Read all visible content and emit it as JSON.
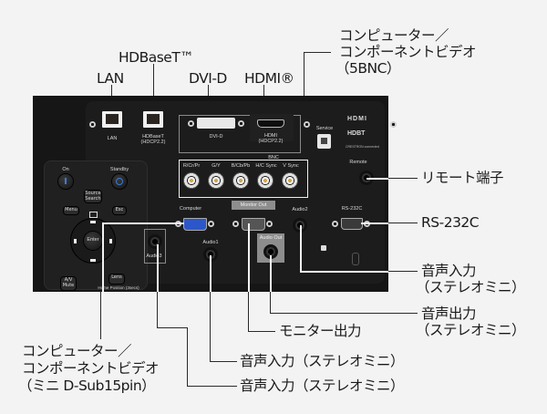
{
  "callouts": {
    "lan": "LAN",
    "hdbaset": "HDBaseT™",
    "dvid": "DVI-D",
    "hdmi": "HDMI®",
    "bnc_line1": "コンピューター／",
    "bnc_line2": "コンポーネントビデオ",
    "bnc_line3": "（5BNC）",
    "remote": "リモート端子",
    "rs232c": "RS-232C",
    "audio_in_right_line1": "音声入力",
    "audio_in_right_line2": "（ステレオミニ）",
    "audio_out_line1": "音声出力",
    "audio_out_line2": "（ステレオミニ）",
    "monitor_out": "モニター出力",
    "audio_in_1": "音声入力（ステレオミニ）",
    "audio_in_3": "音声入力（ステレオミニ）",
    "computer_line1": "コンピューター／",
    "computer_line2": "コンポーネントビデオ",
    "computer_line3": "（ミニ D-Sub15pin）"
  },
  "panel": {
    "lan": "LAN",
    "hdbaset_1": "HDBaseT",
    "hdbaset_2": "(HDCP2.2)",
    "dvid": "DVI-D",
    "hdmi_1": "HDMI",
    "hdmi_2": "(HDCP2.2)",
    "service": "Service",
    "hdmi_logo": "HDMI",
    "hdbt_logo": "HDBT",
    "crestron_logo": "CRESTRON connected",
    "bnc": "BNC",
    "bnc_ports": [
      "R/Cr/Pr",
      "G/Y",
      "B/Cb/Pb",
      "H/C Sync",
      "V Sync"
    ],
    "remote": "Remote",
    "computer": "Computer",
    "monitor_out": "Monitor Out",
    "audio_out": "Audio Out",
    "audio1": "Audio1",
    "audio2": "Audio2",
    "audio3": "Audio3",
    "rs232c": "RS-232C",
    "on": "On",
    "standby": "Standby",
    "source_search": "Source Search",
    "menu": "Menu",
    "esc": "Esc",
    "enter": "Enter",
    "av_mute": "A/V Mute",
    "lens": "Lens",
    "home_position": "Home Position (3secs)"
  }
}
